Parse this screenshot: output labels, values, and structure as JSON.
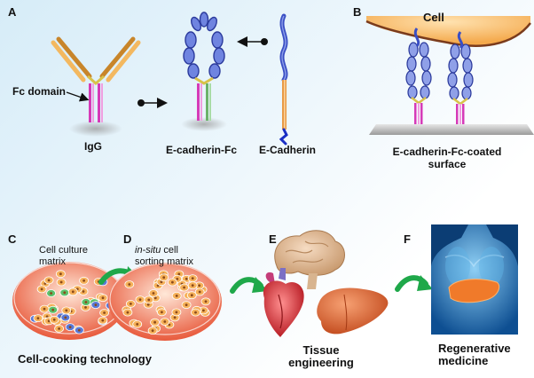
{
  "panels": {
    "a": "A",
    "b": "B",
    "c": "C",
    "d": "D",
    "e": "E",
    "f": "F"
  },
  "labels": {
    "fc_domain": "Fc domain",
    "igg": "IgG",
    "ecadherin_fc": "E-cadherin-Fc",
    "ecadherin": "E-Cadherin",
    "cell": "Cell",
    "coated_surface_line1": "E-cadherin-Fc-coated",
    "coated_surface_line2": "surface",
    "cell_culture_line1": "Cell culture",
    "cell_culture_line2": "matrix",
    "insitu_italic": "in-situ",
    "insitu_rest": " cell",
    "sorting_matrix": "sorting matrix",
    "cell_cooking": "Cell-cooking technology",
    "tissue_line1": "Tissue",
    "tissue_line2": "engineering",
    "regen_line1": "Regenerative",
    "regen_line2": "medicine"
  },
  "colors": {
    "igg_arm": "#e8a640",
    "fc_stripe": "#d63ab8",
    "green_stripe": "#6cb36a",
    "cadherin_blue": "#3a4fc4",
    "cadherin_orange": "#e89a45",
    "arrow_green": "#1fa84a",
    "cell_orange": "#f6b15a"
  }
}
